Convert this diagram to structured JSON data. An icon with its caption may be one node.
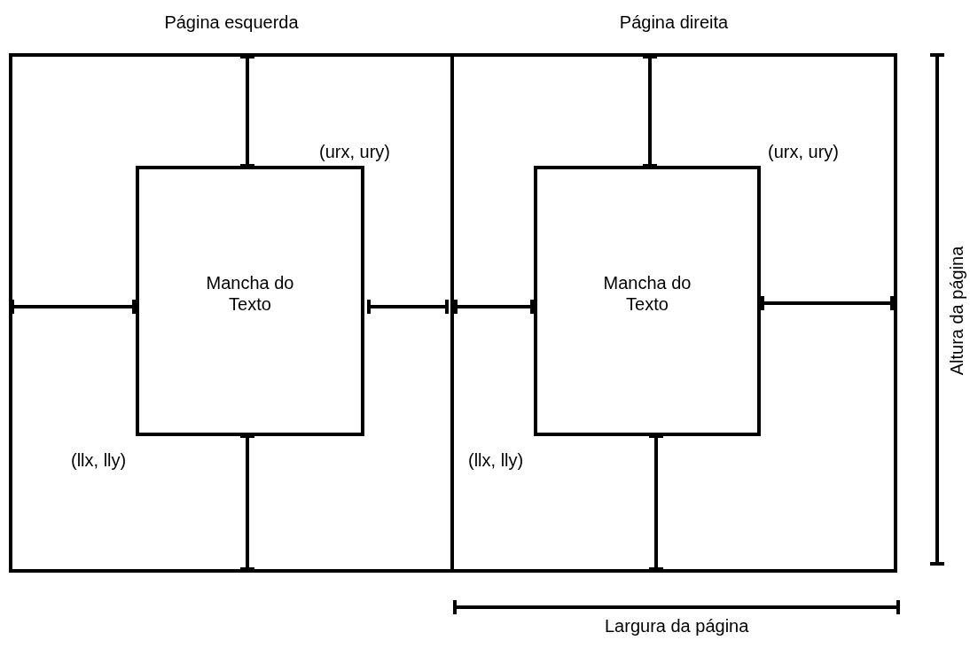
{
  "diagram": {
    "nodes": [
      {
        "text": [
          "Página esquerda"
        ]
      },
      {
        "text": [
          "Mancha do Texto"
        ],
        "in": 0
      },
      {
        "text": [
          "Página direita"
        ]
      },
      {
        "text": [
          "Mancha do Texto"
        ],
        "in": 2
      }
    ],
    "labels": [
      "(urx, ury)",
      "(llx, lly)",
      "(urx, ury)",
      "(llx, lly)",
      "Altura da página",
      "Largura da página"
    ]
  }
}
